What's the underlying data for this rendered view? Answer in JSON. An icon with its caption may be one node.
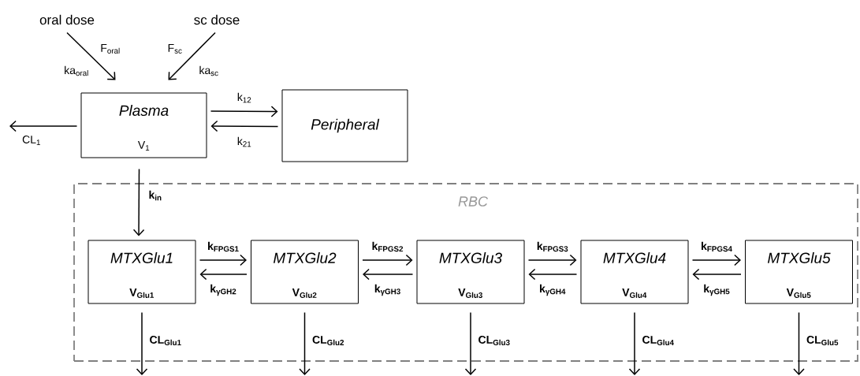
{
  "diagram": {
    "nodes": [
      {
        "text": [
          "oral dose"
        ]
      },
      {
        "text": [
          "sc dose"
        ]
      },
      {
        "text": [
          "Plasma",
          "V$_{1}$"
        ]
      },
      {
        "text": [
          "Peripheral"
        ]
      },
      {
        "text": [
          "RBC"
        ]
      },
      {
        "text": [
          "MTXGlu1",
          "V$_{Glu1}$"
        ],
        "in": 4
      },
      {
        "text": [
          "MTXGlu2",
          "V$_{Glu2}$"
        ],
        "in": 4
      },
      {
        "text": [
          "MTXGlu3",
          "V$_{Glu3}$"
        ],
        "in": 4
      },
      {
        "text": [
          "MTXGlu4",
          "V$_{Glu4}$"
        ],
        "in": 4
      },
      {
        "text": [
          "MTXGlu5",
          "V$_{Glu5}$"
        ],
        "in": 4
      }
    ],
    "edges": [
      {
        "from": 0,
        "to": 2,
        "arrow": "to",
        "label": "F$_{oral}$"
      },
      {
        "from": 1,
        "to": 2,
        "arrow": "to",
        "label": "F$_{sc}$"
      },
      {
        "from": 2,
        "to": null,
        "arrow": "to",
        "label": "CL$_{1}$"
      },
      {
        "from": 2,
        "to": 3,
        "arrow": "to",
        "label": "k$_{12}$"
      },
      {
        "from": 3,
        "to": 2,
        "arrow": "to",
        "label": "k$_{21}$"
      },
      {
        "from": 2,
        "to": 5,
        "arrow": "to",
        "label": "k$_{in}$"
      },
      {
        "from": 5,
        "to": 6,
        "arrow": "to",
        "label": "k$_{FPGS1}$"
      },
      {
        "from": 6,
        "to": 5,
        "arrow": "to",
        "label": "k$_{γGH2}$"
      },
      {
        "from": 6,
        "to": 7,
        "arrow": "to",
        "label": "k$_{FPGS2}$"
      },
      {
        "from": 7,
        "to": 6,
        "arrow": "to",
        "label": "k$_{γGH3}$"
      },
      {
        "from": 7,
        "to": 8,
        "arrow": "to",
        "label": "k$_{FPGS3}$"
      },
      {
        "from": 8,
        "to": 7,
        "arrow": "to",
        "label": "k$_{γGH4}$"
      },
      {
        "from": 8,
        "to": 9,
        "arrow": "to",
        "label": "k$_{FPGS4}$"
      },
      {
        "from": 9,
        "to": 8,
        "arrow": "to",
        "label": "k$_{γGH5}$"
      },
      {
        "from": 5,
        "to": null,
        "arrow": "to",
        "label": "CL$_{Glu1}$"
      },
      {
        "from": 6,
        "to": null,
        "arrow": "to",
        "label": "CL$_{Glu2}$"
      },
      {
        "from": 7,
        "to": null,
        "arrow": "to",
        "label": "CL$_{Glu3}$"
      },
      {
        "from": 8,
        "to": null,
        "arrow": "to",
        "label": "CL$_{Glu4}$"
      },
      {
        "from": 9,
        "to": null,
        "arrow": "to",
        "label": "CL$_{Glu5}$"
      }
    ],
    "labels": [
      "ka$_{oral}$",
      "ka$_{sc}$"
    ]
  }
}
